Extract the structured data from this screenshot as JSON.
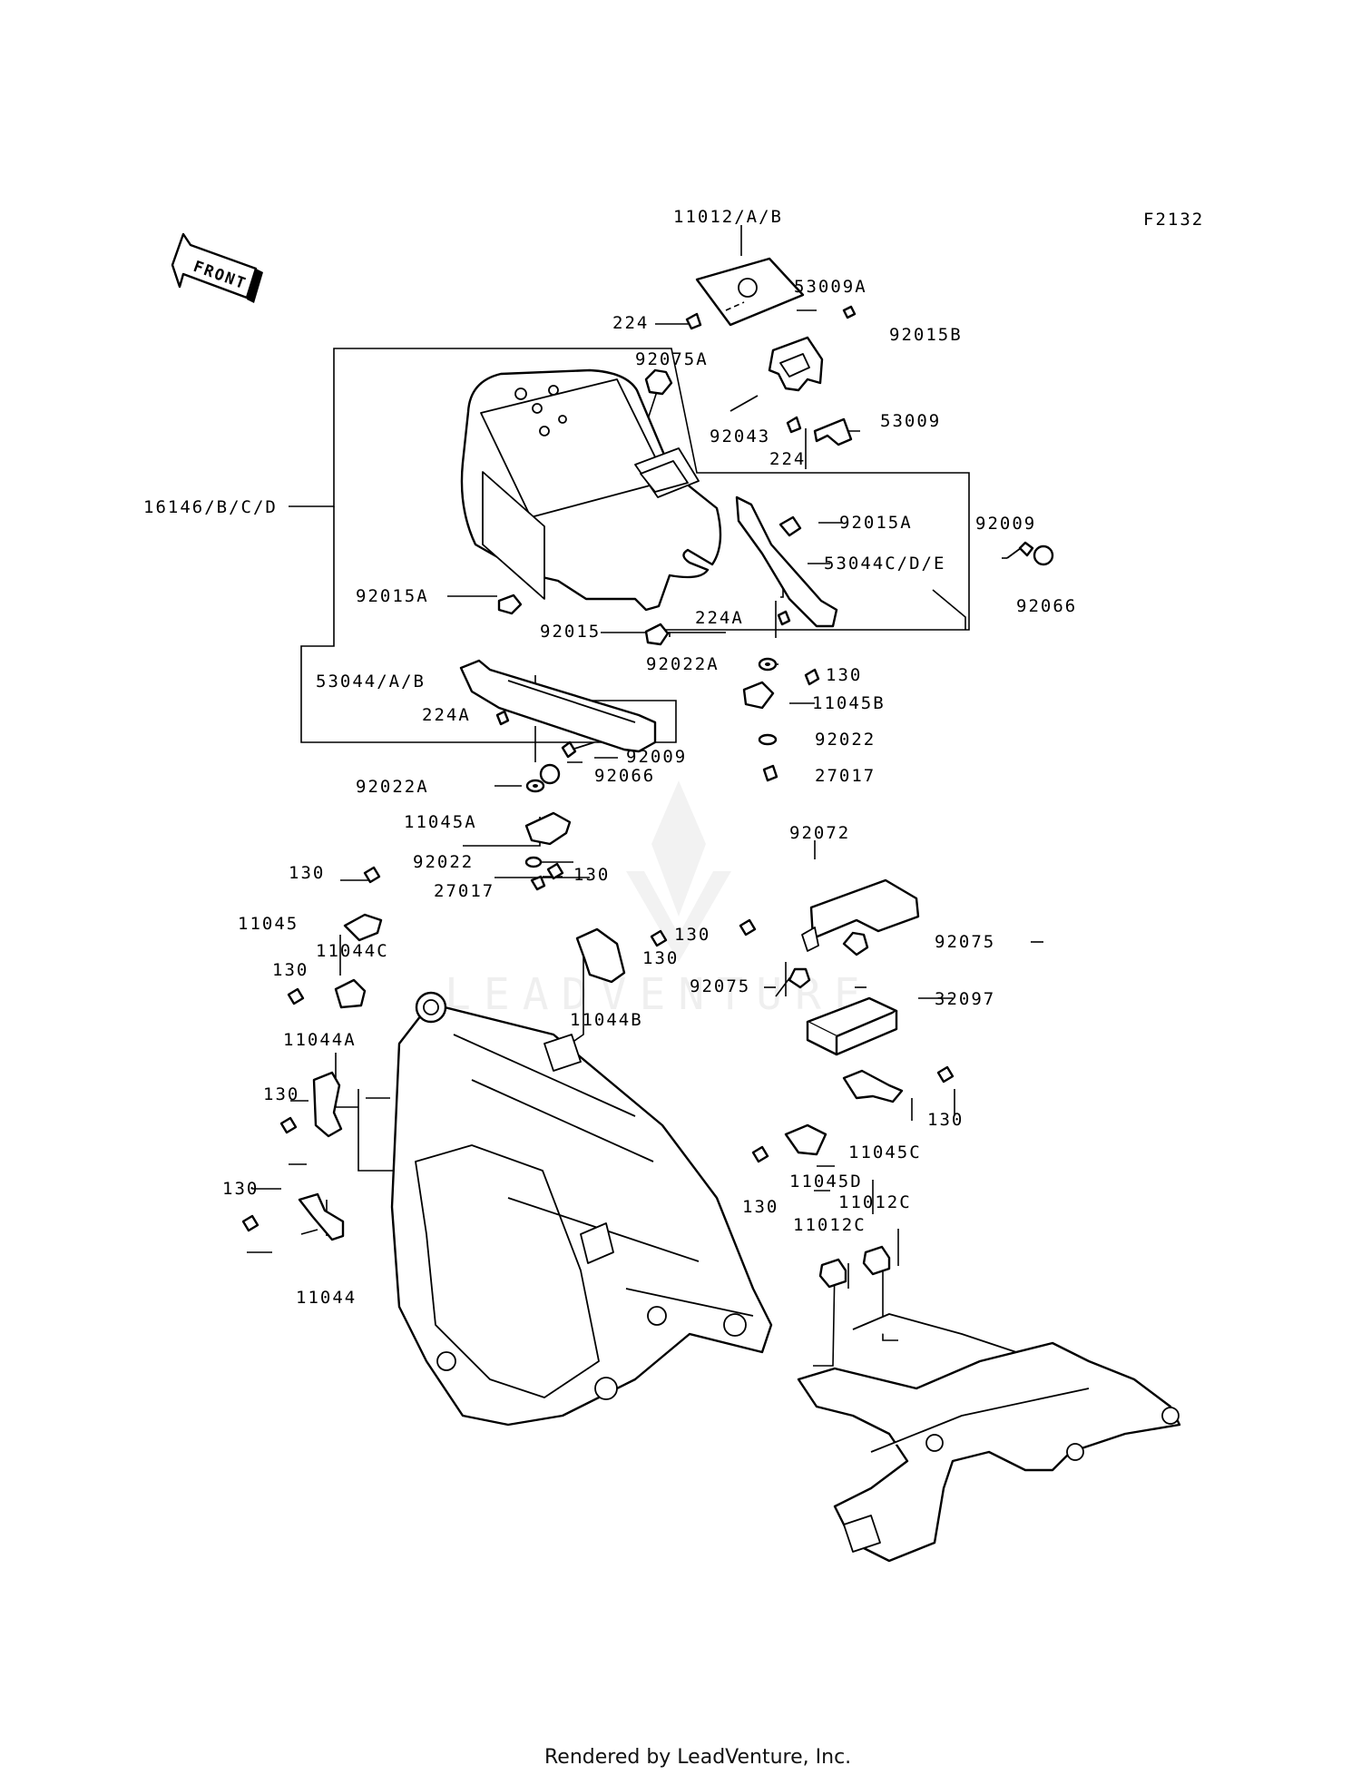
{
  "diagram_code": "F2132",
  "front_label": "FRONT",
  "footer": "Rendered by LeadVenture, Inc.",
  "watermark": "LEADVENTURE",
  "labels": [
    {
      "key": "l-11012ab",
      "text": "11012/A/B"
    },
    {
      "key": "l-224-top",
      "text": "224"
    },
    {
      "key": "l-53009a",
      "text": "53009A"
    },
    {
      "key": "l-92015b",
      "text": "92015B"
    },
    {
      "key": "l-92075a",
      "text": "92075A"
    },
    {
      "key": "l-92043",
      "text": "92043"
    },
    {
      "key": "l-53009",
      "text": "53009"
    },
    {
      "key": "l-224-b",
      "text": "224"
    },
    {
      "key": "l-16146",
      "text": "16146/B/C/D"
    },
    {
      "key": "l-92015a-r",
      "text": "92015A"
    },
    {
      "key": "l-92009-r",
      "text": "92009"
    },
    {
      "key": "l-53044cde",
      "text": "53044C/D/E"
    },
    {
      "key": "l-92066-r",
      "text": "92066"
    },
    {
      "key": "l-92015a-l",
      "text": "92015A"
    },
    {
      "key": "l-224a-r",
      "text": "224A"
    },
    {
      "key": "l-92015",
      "text": "92015"
    },
    {
      "key": "l-92022a-r",
      "text": "92022A"
    },
    {
      "key": "l-130-a",
      "text": "130"
    },
    {
      "key": "l-53044ab",
      "text": "53044/A/B"
    },
    {
      "key": "l-11045b",
      "text": "11045B"
    },
    {
      "key": "l-224a-l",
      "text": "224A"
    },
    {
      "key": "l-92022-r",
      "text": "92022"
    },
    {
      "key": "l-92009-l",
      "text": "92009"
    },
    {
      "key": "l-27017-r",
      "text": "27017"
    },
    {
      "key": "l-92022a-l",
      "text": "92022A"
    },
    {
      "key": "l-92066-l",
      "text": "92066"
    },
    {
      "key": "l-11045a",
      "text": "11045A"
    },
    {
      "key": "l-92072",
      "text": "92072"
    },
    {
      "key": "l-92022-l",
      "text": "92022"
    },
    {
      "key": "l-130-b",
      "text": "130"
    },
    {
      "key": "l-130-c",
      "text": "130"
    },
    {
      "key": "l-27017-l",
      "text": "27017"
    },
    {
      "key": "l-11045",
      "text": "11045"
    },
    {
      "key": "l-130-d",
      "text": "130"
    },
    {
      "key": "l-92075-r",
      "text": "92075"
    },
    {
      "key": "l-11044c",
      "text": "11044C"
    },
    {
      "key": "l-130-e",
      "text": "130"
    },
    {
      "key": "l-130-f",
      "text": "130"
    },
    {
      "key": "l-92075-l",
      "text": "92075"
    },
    {
      "key": "l-32097",
      "text": "32097"
    },
    {
      "key": "l-11044b",
      "text": "11044B"
    },
    {
      "key": "l-11044a",
      "text": "11044A"
    },
    {
      "key": "l-130-g",
      "text": "130"
    },
    {
      "key": "l-130-h",
      "text": "130"
    },
    {
      "key": "l-11045c",
      "text": "11045C"
    },
    {
      "key": "l-11045d",
      "text": "11045D"
    },
    {
      "key": "l-130-i",
      "text": "130"
    },
    {
      "key": "l-130-j",
      "text": "130"
    },
    {
      "key": "l-11012c-r",
      "text": "11012C"
    },
    {
      "key": "l-11012c-l",
      "text": "11012C"
    },
    {
      "key": "l-11044",
      "text": "11044"
    }
  ]
}
